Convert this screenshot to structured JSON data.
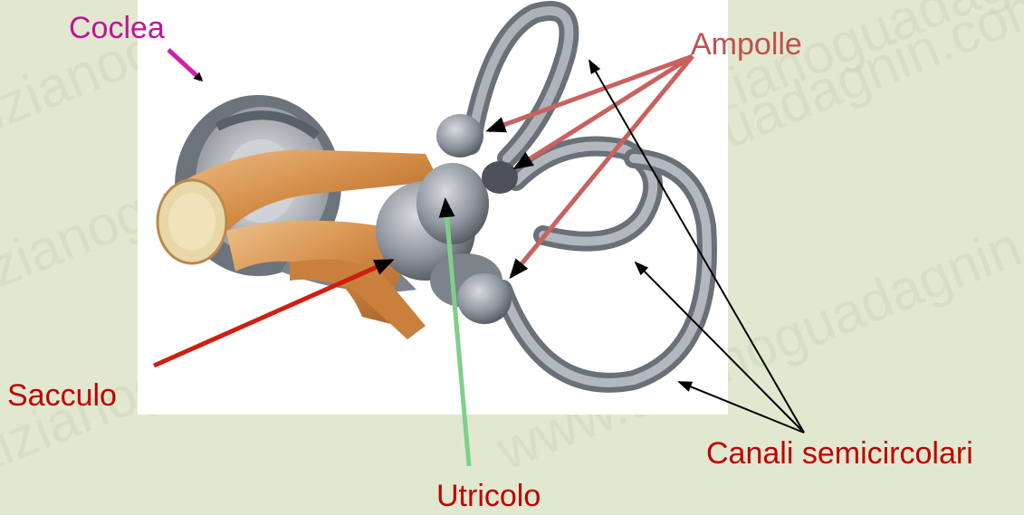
{
  "labels": {
    "coclea": "Coclea",
    "ampolle": "Ampolle",
    "sacculo": "Sacculo",
    "utricolo": "Utricolo",
    "canali": "Canali semicircolari"
  },
  "watermark": {
    "text_a": "tizianoguadagnin.com",
    "text_b": "www.tizianoguadagnin.com"
  },
  "colors": {
    "background": "#e1e8cf",
    "image_bg": "#ffffff",
    "coclea": "#c0149b",
    "ampolle": "#c0504d",
    "sacculo": "#c00000",
    "utricolo": "#c00000",
    "canali": "#c00000",
    "arrow_coclea": "#d21ea8",
    "arrow_ampolle": "#c9625f",
    "arrow_sacculo": "#d01e10",
    "arrow_utricolo": "#7fcf8a",
    "arrow_canali": "#000000"
  }
}
